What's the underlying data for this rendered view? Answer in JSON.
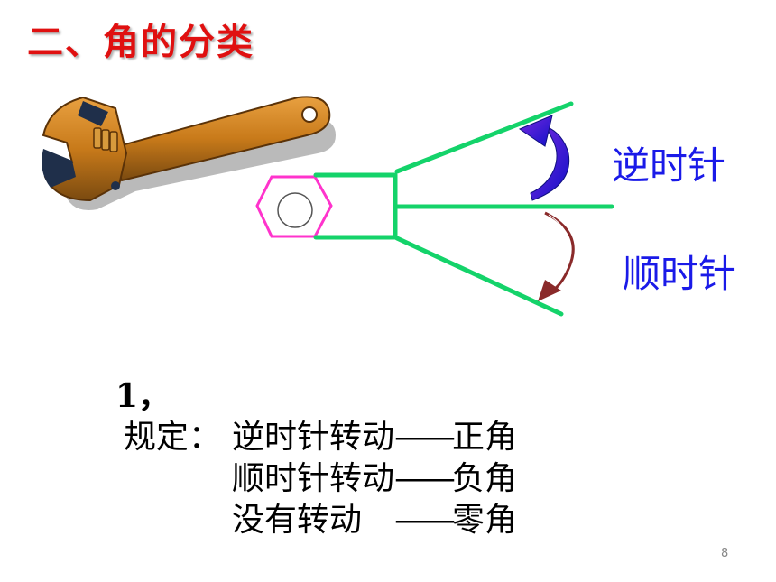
{
  "slide": {
    "title": "二、角的分类",
    "labels": {
      "counterclockwise": "逆时针",
      "clockwise": "顺时针"
    },
    "item_number": "1，",
    "rules": {
      "prefix": "规定：",
      "items": [
        {
          "rotation": "逆时针转动",
          "dash": "——",
          "result": "正角"
        },
        {
          "rotation": "顺时针转动",
          "dash": "——",
          "result": "负角"
        },
        {
          "rotation": "没有转动　",
          "dash": "——",
          "result": "零角"
        }
      ]
    },
    "page_number": "8",
    "colors": {
      "title": "#e01010",
      "label": "#1a1ae8",
      "rays": "#14d36a",
      "hexagon": "#ff33cc",
      "ccw_arrow": "#1818d0",
      "cw_arrow": "#8a2a2a",
      "wrench": "#c87a1a"
    }
  }
}
